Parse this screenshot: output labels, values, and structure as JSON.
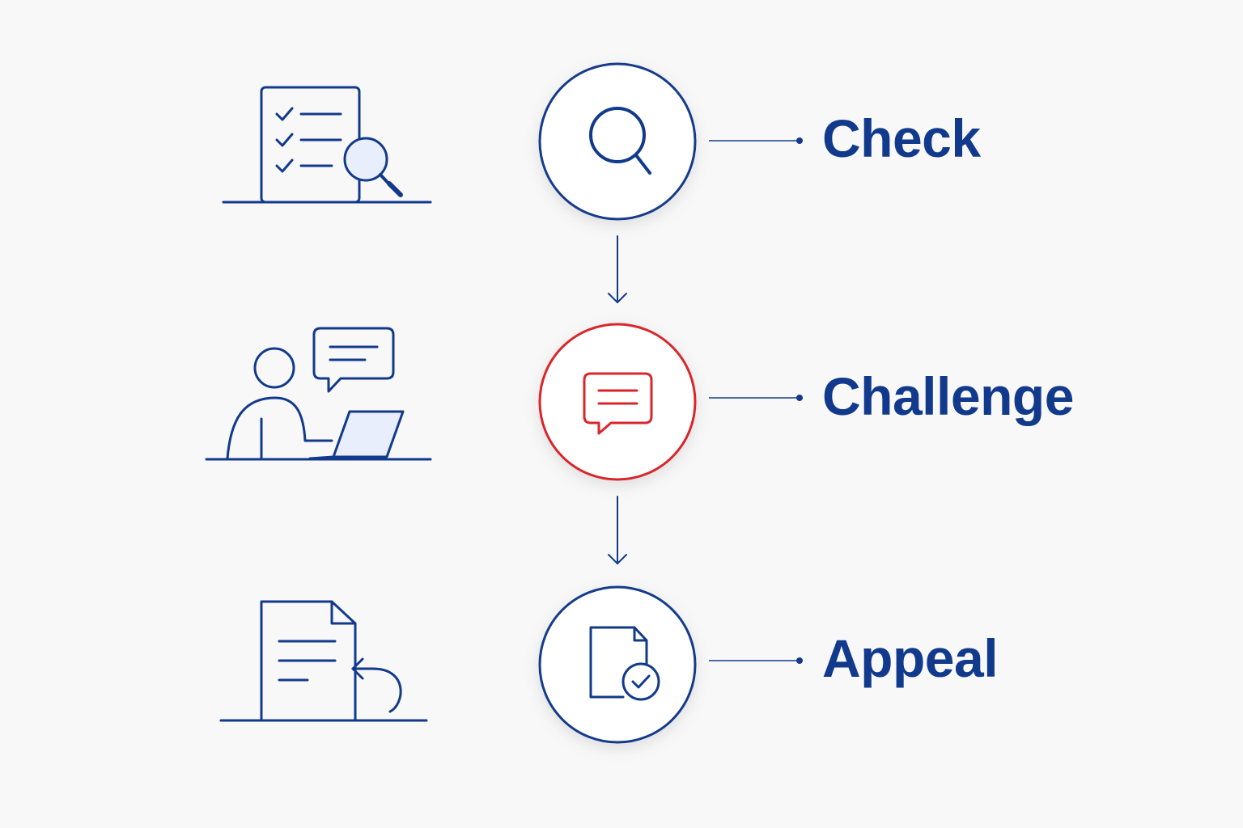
{
  "colors": {
    "background": "#f8f8f8",
    "primary": "#123a8c",
    "accent": "#d9262b",
    "circle_fill": "#ffffff",
    "soft_fill": "#e8eefb"
  },
  "steps": [
    {
      "label": "Check",
      "circle_icon": "search-icon",
      "illustration": "checklist-document-with-magnifier-icon",
      "highlighted": false
    },
    {
      "label": "Challenge",
      "circle_icon": "chat-bubble-icon",
      "illustration": "person-at-laptop-with-speech-bubble-icon",
      "highlighted": true
    },
    {
      "label": "Appeal",
      "circle_icon": "document-check-icon",
      "illustration": "document-with-return-arrow-icon",
      "highlighted": false
    }
  ]
}
